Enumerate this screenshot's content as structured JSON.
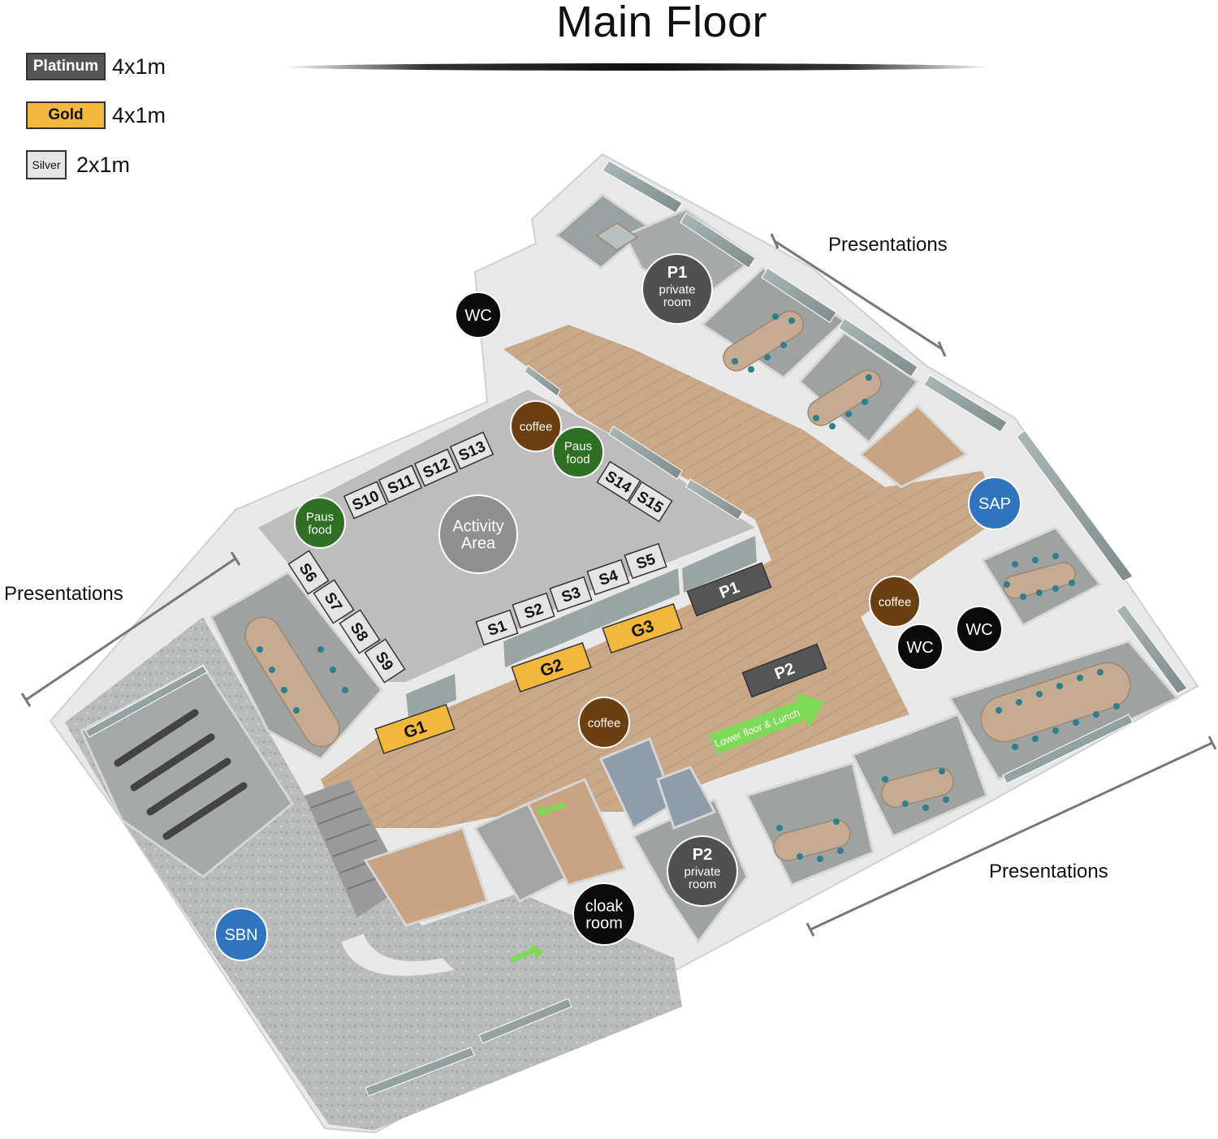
{
  "title": "Main Floor",
  "legend": [
    {
      "label": "Platinum",
      "size": "4x1m",
      "fill": "#555555",
      "text_color": "#ffffff"
    },
    {
      "label": "Gold",
      "size": "4x1m",
      "fill": "#f2b83c",
      "text_color": "#111111"
    },
    {
      "label": "Silver",
      "size": "2x1m",
      "fill": "#e4e4e4",
      "text_color": "#111111"
    }
  ],
  "zone_labels": {
    "presentations_top": "Presentations",
    "presentations_left": "Presentations",
    "presentations_bottom": "Presentations"
  },
  "booths": {
    "silver": [
      "S1",
      "S2",
      "S3",
      "S4",
      "S5",
      "S6",
      "S7",
      "S8",
      "S9",
      "S10",
      "S11",
      "S12",
      "S13",
      "S14",
      "S15"
    ],
    "gold": [
      "G1",
      "G2",
      "G3"
    ],
    "platinum": [
      "P1",
      "P2"
    ]
  },
  "markers": {
    "wc": "WC",
    "coffee": "coffee",
    "paus_line1": "Paus",
    "paus_line2": "food",
    "activity_line1": "Activity",
    "activity_line2": "Area",
    "p1_title": "P1",
    "p2_title": "P2",
    "private_line1": "private",
    "private_line2": "room",
    "cloak_line1": "cloak",
    "cloak_line2": "room",
    "sap": "SAP",
    "sbn": "SBN"
  },
  "arrow_label": "Lower floor & Lunch",
  "colors": {
    "wc": "#0b0b0b",
    "coffee": "#6b3f12",
    "paus": "#2f6f24",
    "activity": "#8f8f8f",
    "private_room": "#505050",
    "sponsor": "#2f74bf",
    "arrow": "#7ed957",
    "floor_wood": "#c9a988",
    "floor_grey": "#bcbcbc",
    "wall": "#f4f4f4"
  }
}
